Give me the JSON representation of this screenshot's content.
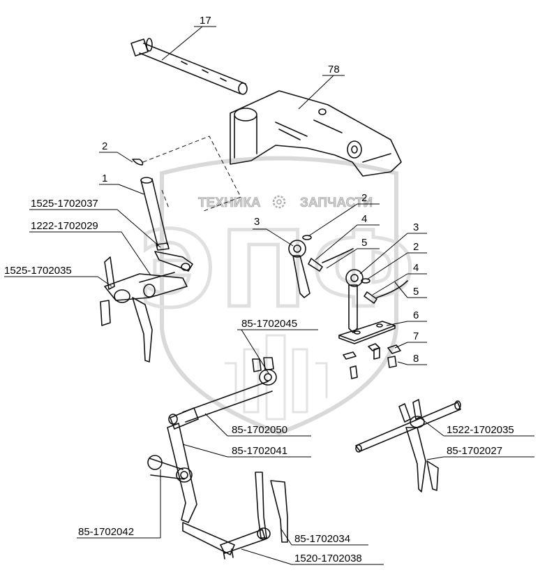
{
  "watermark": {
    "line1_left": "ТЕХНИКА",
    "line1_right": "ЗАПЧАСТИ",
    "big_letters": "ЭПФ",
    "gear_icon": "gear-icon",
    "color": "#d6d6d6"
  },
  "callouts": {
    "c17": "17",
    "c78": "78",
    "c2a": "2",
    "c1": "1",
    "c1525_037": "1525-1702037",
    "c1222_029": "1222-1702029",
    "c1525_035": "1525-1702035",
    "c2b": "2",
    "c3a": "3",
    "c4a": "4",
    "c5a": "5",
    "c3b": "3",
    "c2c": "2",
    "c4b": "4",
    "c5b": "5",
    "c6": "6",
    "c7": "7",
    "c8": "8",
    "c85_045": "85-1702045",
    "c85_050": "85-1702050",
    "c85_041": "85-1702041",
    "c1522_035": "1522-1702035",
    "c85_027": "85-1702027",
    "c85_042": "85-1702042",
    "c85_034": "85-1702034",
    "c1520_038": "1520-1702038"
  }
}
